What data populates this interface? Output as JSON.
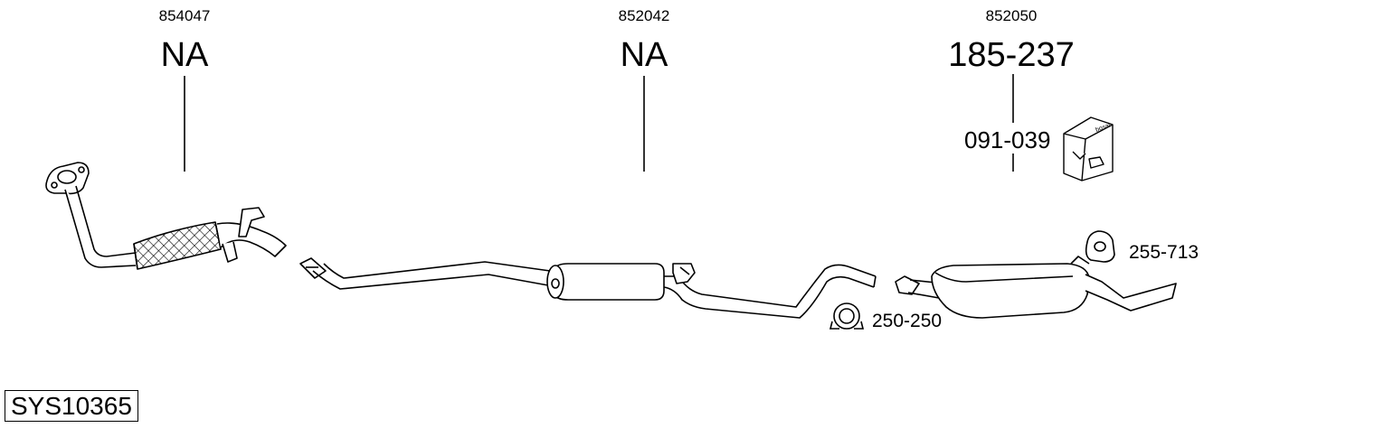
{
  "system_code": "SYS10365",
  "parts": [
    {
      "oe_number": "854047",
      "part_number": "NA"
    },
    {
      "oe_number": "852042",
      "part_number": "NA"
    },
    {
      "oe_number": "852050",
      "part_number": "185-237",
      "fitting_kit": "091-039"
    }
  ],
  "accessories": {
    "clamp": "250-250",
    "hanger": "255-713"
  },
  "fitting_kit_box": {
    "brand_text": "bosal"
  }
}
